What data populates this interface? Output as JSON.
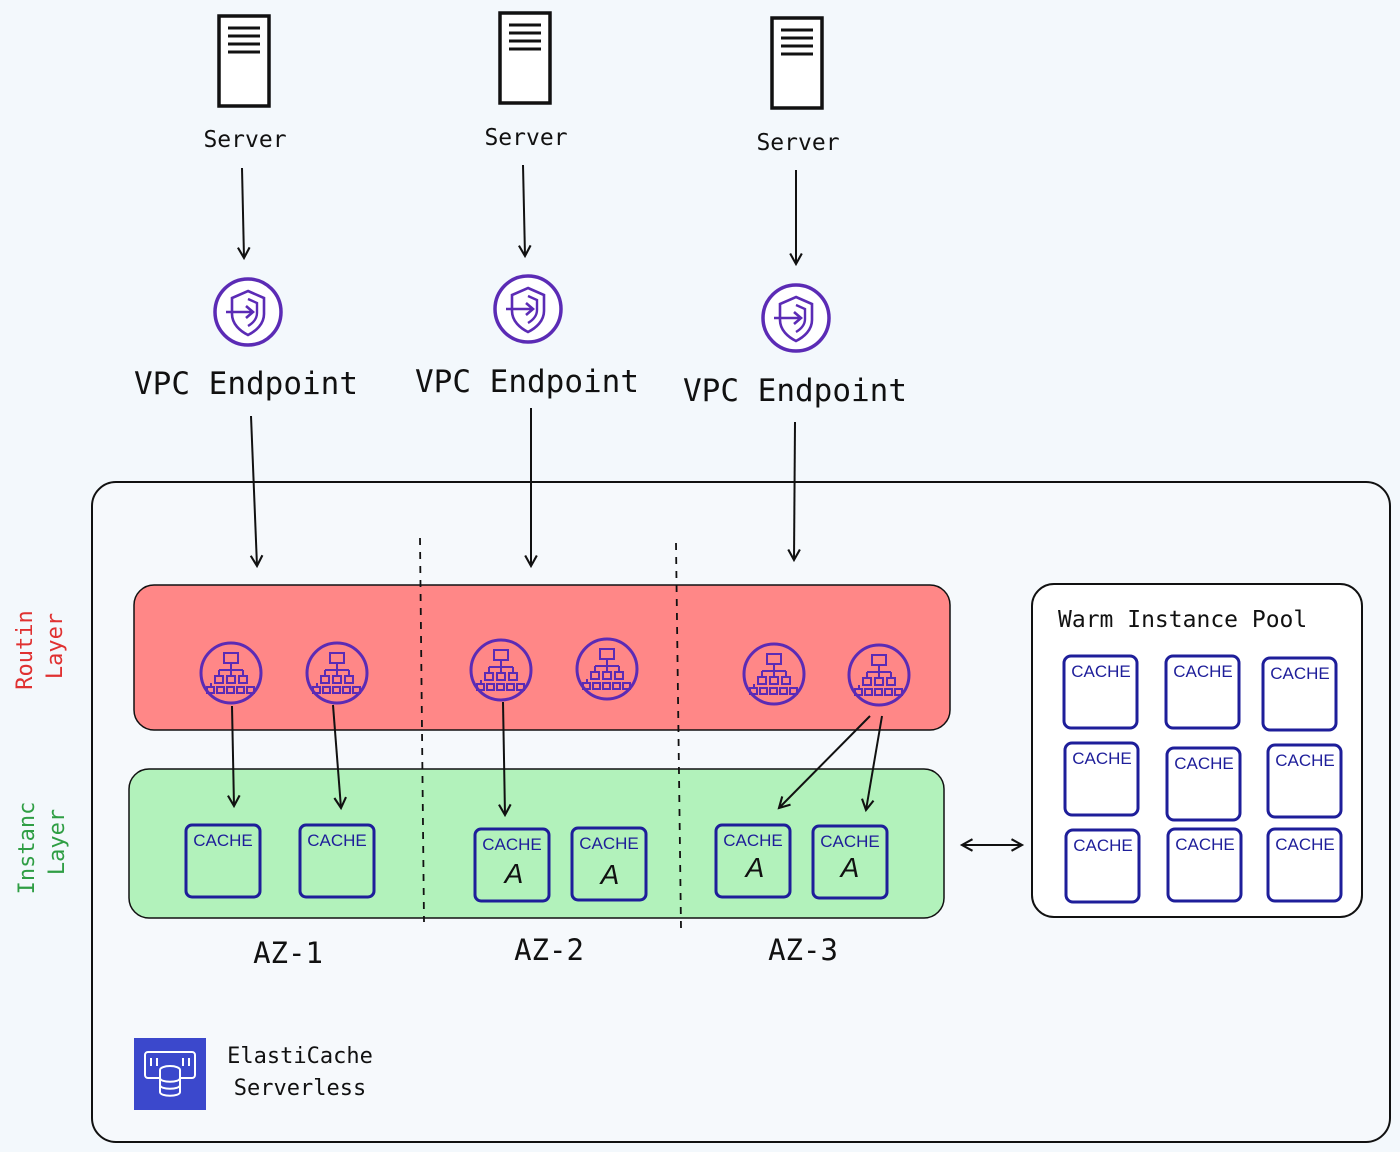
{
  "servers": [
    {
      "label": "Server"
    },
    {
      "label": "Server"
    },
    {
      "label": "Server"
    }
  ],
  "vpc_endpoints": [
    {
      "label": "VPC Endpoint"
    },
    {
      "label": "VPC Endpoint"
    },
    {
      "label": "VPC Endpoint"
    }
  ],
  "layers": {
    "routing": {
      "line1": "Routin",
      "line2": "Layer"
    },
    "instance": {
      "line1": "Instanc",
      "line2": "Layer"
    }
  },
  "instance_caches": [
    {
      "label": "CACHE",
      "marker": ""
    },
    {
      "label": "CACHE",
      "marker": ""
    },
    {
      "label": "CACHE",
      "marker": "A"
    },
    {
      "label": "CACHE",
      "marker": "A"
    },
    {
      "label": "CACHE",
      "marker": "A"
    },
    {
      "label": "CACHE",
      "marker": "A"
    }
  ],
  "azs": [
    {
      "label": "AZ-1"
    },
    {
      "label": "AZ-2"
    },
    {
      "label": "AZ-3"
    }
  ],
  "warm_pool": {
    "title": "Warm Instance Pool",
    "caches": [
      "CACHE",
      "CACHE",
      "CACHE",
      "CACHE",
      "CACHE",
      "CACHE",
      "CACHE",
      "CACHE",
      "CACHE"
    ]
  },
  "service": {
    "line1": "ElastiCache",
    "line2": "Serverless"
  },
  "colors": {
    "routing_fill": "#ff8787",
    "instance_fill": "#b2f2bb",
    "cache_stroke": "#1e1e9a",
    "icon_purple": "#5b2bb5",
    "routing_text": "#e03131",
    "instance_text": "#2f9e44"
  }
}
